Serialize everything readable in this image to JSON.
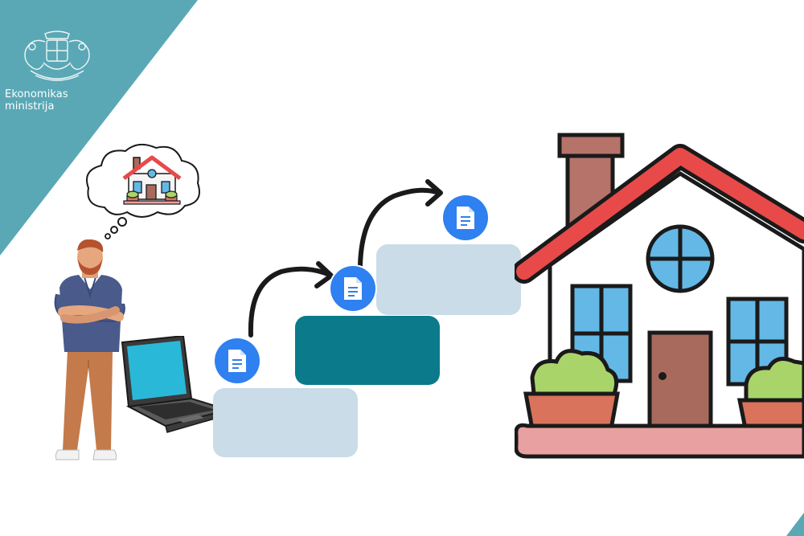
{
  "brand": {
    "name": "Ekonomikas ministrija",
    "logo_icon": "coat-of-arms-icon",
    "band_color": "#5aa8b5"
  },
  "steps": [
    {
      "name": "step-1",
      "fill": "#c9dce8",
      "doc_icon": "document-icon"
    },
    {
      "name": "step-2",
      "fill": "#0b7a8a",
      "doc_icon": "document-icon"
    },
    {
      "name": "step-3",
      "fill": "#c9dce8",
      "doc_icon": "document-icon"
    }
  ],
  "colors": {
    "doc_button": "#2f80f0",
    "roof": "#e84a4a",
    "window": "#63b8e6",
    "door": "#a86a5c",
    "plant": "#a8d46a",
    "pot": "#d9735c"
  }
}
